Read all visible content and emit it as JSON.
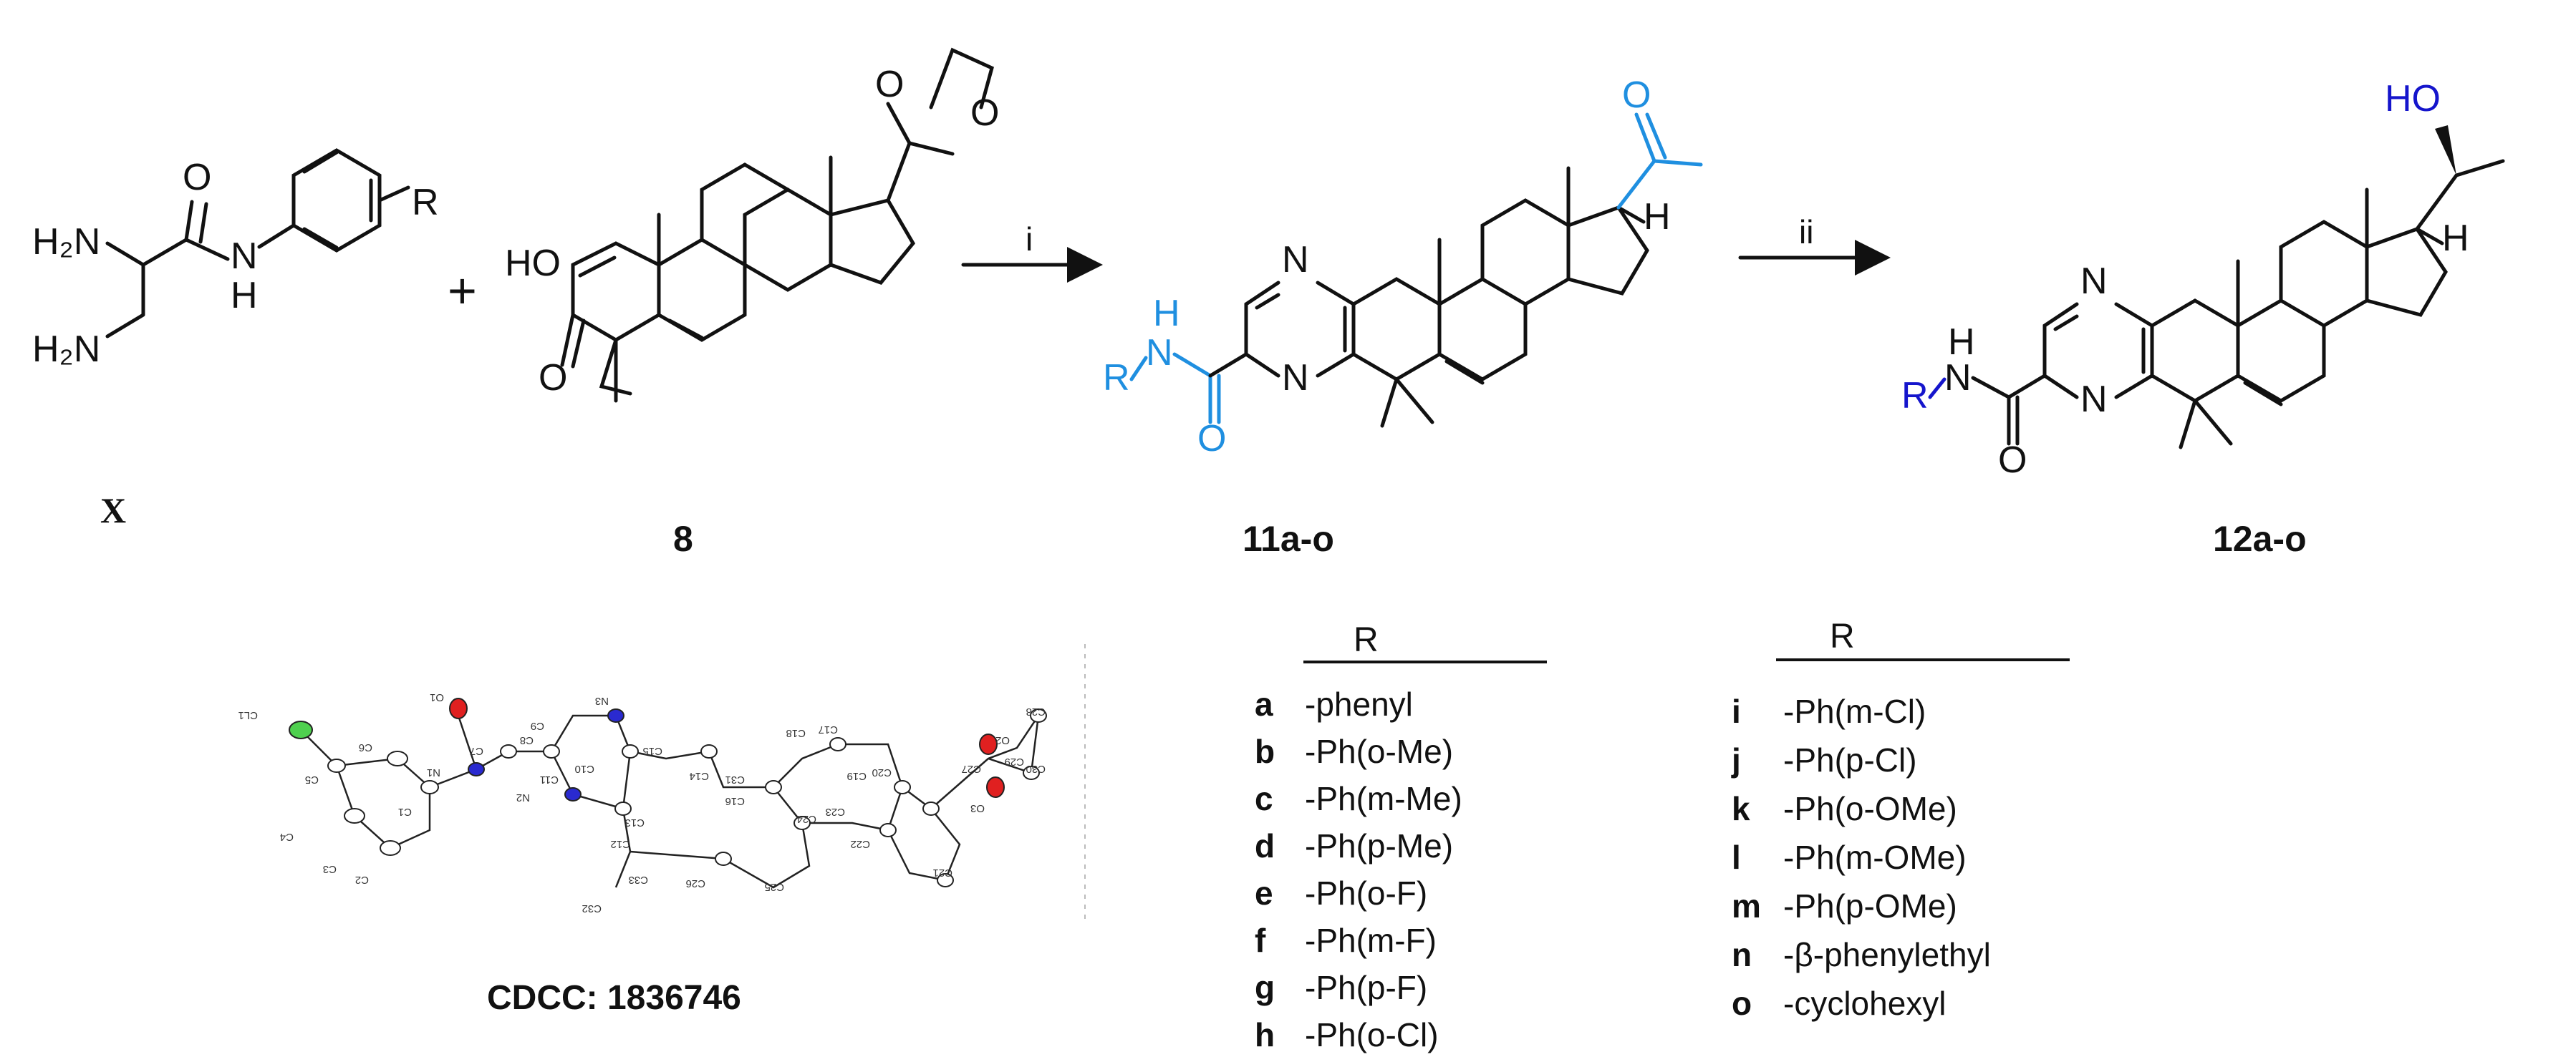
{
  "compounds": {
    "x": {
      "label": "X",
      "substituent": "R"
    },
    "c8": {
      "label": "8"
    },
    "c11": {
      "label": "11a-o"
    },
    "c12": {
      "label": "12a-o"
    }
  },
  "atoms": {
    "h2n": "H₂N",
    "o": "O",
    "nh_n": "N",
    "nh_h": "H",
    "ho": "HO",
    "n": "N",
    "h": "H",
    "r": "R"
  },
  "reagents": {
    "step1": "i",
    "step2": "ii"
  },
  "plus": "+",
  "crystal": {
    "caption": "CDCC: 1836746",
    "atom_labels": [
      "CL1",
      "C6",
      "C5",
      "C4",
      "C3",
      "C2",
      "C1",
      "N1",
      "O1",
      "C7",
      "C8",
      "C9",
      "N3",
      "N2",
      "C10",
      "C11",
      "C15",
      "C14",
      "C13",
      "C12",
      "C33",
      "C32",
      "C26",
      "C31",
      "C25",
      "C16",
      "C18",
      "C17",
      "C24",
      "C23",
      "C19",
      "C20",
      "C22",
      "C21",
      "O2",
      "C27",
      "O3",
      "C28",
      "C29",
      "C30"
    ]
  },
  "r_table": {
    "header": "R",
    "left": [
      {
        "key": "a",
        "value": "-phenyl"
      },
      {
        "key": "b",
        "value": "-Ph(o-Me)"
      },
      {
        "key": "c",
        "value": "-Ph(m-Me)"
      },
      {
        "key": "d",
        "value": "-Ph(p-Me)"
      },
      {
        "key": "e",
        "value": "-Ph(o-F)"
      },
      {
        "key": "f",
        "value": "-Ph(m-F)"
      },
      {
        "key": "g",
        "value": "-Ph(p-F)"
      },
      {
        "key": "h",
        "value": "-Ph(o-Cl)"
      }
    ],
    "right": [
      {
        "key": "i",
        "value": "-Ph(m-Cl)"
      },
      {
        "key": "j",
        "value": "-Ph(p-Cl)"
      },
      {
        "key": "k",
        "value": "-Ph(o-OMe)"
      },
      {
        "key": "l",
        "value": "-Ph(m-OMe)"
      },
      {
        "key": "m",
        "value": "-Ph(p-OMe)"
      },
      {
        "key": "n",
        "value": "-β-phenylethyl"
      },
      {
        "key": "o",
        "value": "-cyclohexyl"
      }
    ]
  },
  "colors": {
    "highlight": "#1f8fe0",
    "r_group": "#1515cc",
    "chlorine": "#4fd04f",
    "oxygen": "#e02020",
    "nitrogen": "#2a2ad0"
  }
}
